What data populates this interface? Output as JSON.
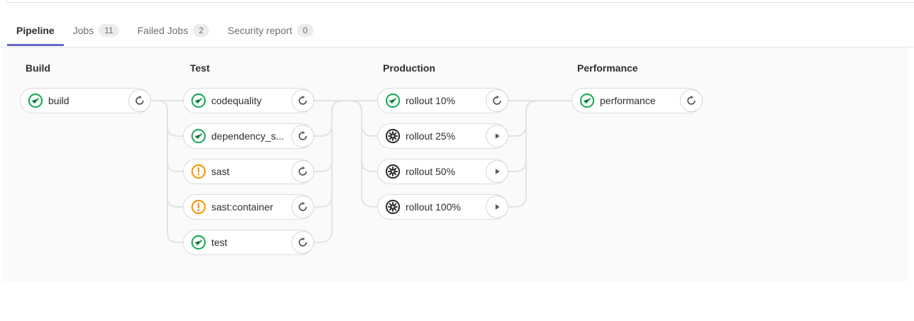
{
  "tabs": [
    {
      "label": "Pipeline",
      "active": true
    },
    {
      "label": "Jobs",
      "badge": "11",
      "active": false
    },
    {
      "label": "Failed Jobs",
      "badge": "2",
      "active": false
    },
    {
      "label": "Security report",
      "badge": "0",
      "active": false
    }
  ],
  "stages": [
    {
      "name": "Build",
      "jobs": [
        {
          "label": "build",
          "status": "success",
          "action": "retry"
        }
      ]
    },
    {
      "name": "Test",
      "jobs": [
        {
          "label": "codequality",
          "status": "success",
          "action": "retry"
        },
        {
          "label": "dependency_s...",
          "status": "success",
          "action": "retry"
        },
        {
          "label": "sast",
          "status": "warning",
          "action": "retry"
        },
        {
          "label": "sast:container",
          "status": "warning",
          "action": "retry"
        },
        {
          "label": "test",
          "status": "success",
          "action": "retry"
        }
      ]
    },
    {
      "name": "Production",
      "jobs": [
        {
          "label": "rollout 10%",
          "status": "success",
          "action": "retry"
        },
        {
          "label": "rollout 25%",
          "status": "manual",
          "action": "play"
        },
        {
          "label": "rollout 50%",
          "status": "manual",
          "action": "play"
        },
        {
          "label": "rollout 100%",
          "status": "manual",
          "action": "play"
        }
      ]
    },
    {
      "name": "Performance",
      "jobs": [
        {
          "label": "performance",
          "status": "success",
          "action": "retry"
        }
      ]
    }
  ],
  "icons": {
    "success": "check-circle-icon",
    "warning": "exclamation-circle-icon",
    "manual": "gear-circle-icon",
    "retry": "retry-arrow-icon",
    "play": "play-triangle-icon"
  },
  "colors": {
    "success_green": "#1aaa55",
    "warning_orange": "#fc9403",
    "manual_dark": "#2e2e2e",
    "active_tab_underline": "#6666c4",
    "connector_gray": "#e3e3e3",
    "graph_background": "#fafafa",
    "pill_border": "#dbdbdb"
  }
}
